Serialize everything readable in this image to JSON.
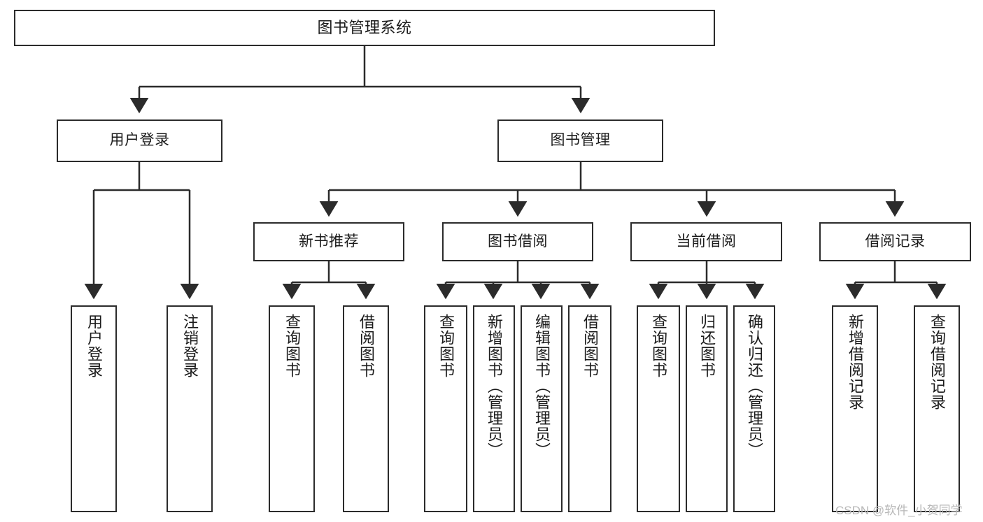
{
  "diagram": {
    "title": "图书管理系统",
    "type": "tree-hierarchy-chart",
    "stroke_color": "#2b2b2b",
    "fill_color": "#ffffff",
    "text_color": "#1b1b1b",
    "root": {
      "label": "图书管理系统"
    },
    "level2": [
      {
        "label": "用户登录"
      },
      {
        "label": "图书管理"
      }
    ],
    "level3": [
      {
        "label": "新书推荐"
      },
      {
        "label": "图书借阅"
      },
      {
        "label": "当前借阅"
      },
      {
        "label": "借阅记录"
      }
    ],
    "leaves": [
      {
        "label": "用户登录"
      },
      {
        "label": "注销登录"
      },
      {
        "label": "查询图书"
      },
      {
        "label": "借阅图书"
      },
      {
        "label": "查询图书"
      },
      {
        "label": "新增图书（管理员）"
      },
      {
        "label": "编辑图书（管理员）"
      },
      {
        "label": "借阅图书"
      },
      {
        "label": "查询图书"
      },
      {
        "label": "归还图书"
      },
      {
        "label": "确认归还（管理员）"
      },
      {
        "label": "新增借阅记录"
      },
      {
        "label": "查询借阅记录"
      }
    ]
  },
  "watermark": {
    "text": "CSDN @软件_小贺同学"
  }
}
